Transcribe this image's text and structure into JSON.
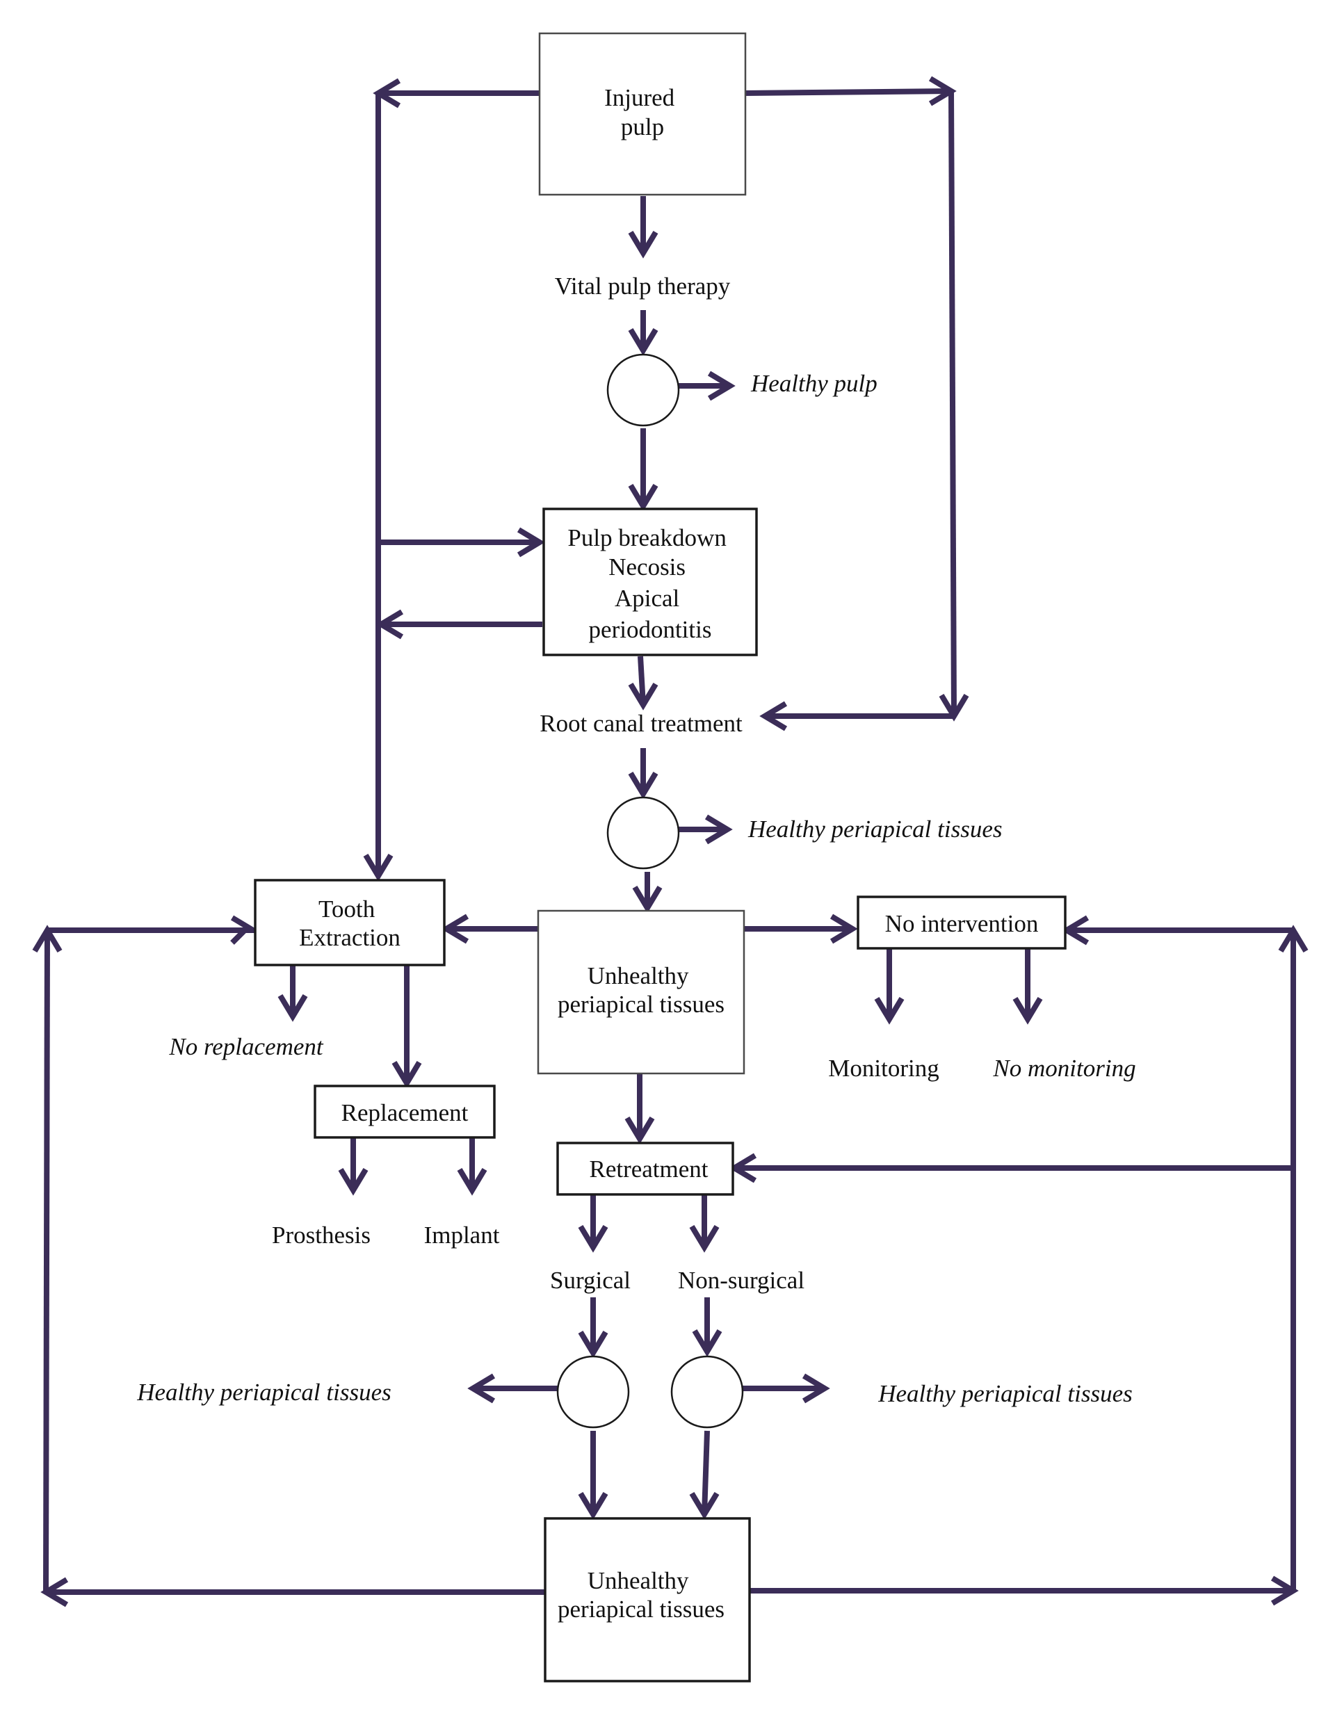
{
  "colors": {
    "arrow": "#3b2d58",
    "box_border": "#1a1a1a",
    "text": "#111111",
    "background": "#ffffff"
  },
  "nodes": {
    "injured_pulp": [
      "Injured",
      "pulp"
    ],
    "vital_pulp_therapy": "Vital pulp therapy",
    "healthy_pulp": "Healthy pulp",
    "pulp_breakdown": [
      "Pulp breakdown",
      "Necosis",
      "Apical",
      "periodontitis"
    ],
    "root_canal_treatment": "Root canal treatment",
    "healthy_periapical_1": "Healthy periapical tissues",
    "tooth_extraction": [
      "Tooth",
      "Extraction"
    ],
    "unhealthy_periapical_1": [
      "Unhealthy",
      "periapical tissues"
    ],
    "no_intervention": "No intervention",
    "no_replacement": "No replacement",
    "replacement": "Replacement",
    "monitoring": "Monitoring",
    "no_monitoring": "No monitoring",
    "prosthesis": "Prosthesis",
    "implant": "Implant",
    "retreatment": "Retreatment",
    "surgical": "Surgical",
    "non_surgical": "Non-surgical",
    "healthy_periapical_left": "Healthy periapical tissues",
    "healthy_periapical_right": "Healthy periapical tissues",
    "unhealthy_periapical_2": [
      "Unhealthy",
      "periapical tissues"
    ]
  }
}
